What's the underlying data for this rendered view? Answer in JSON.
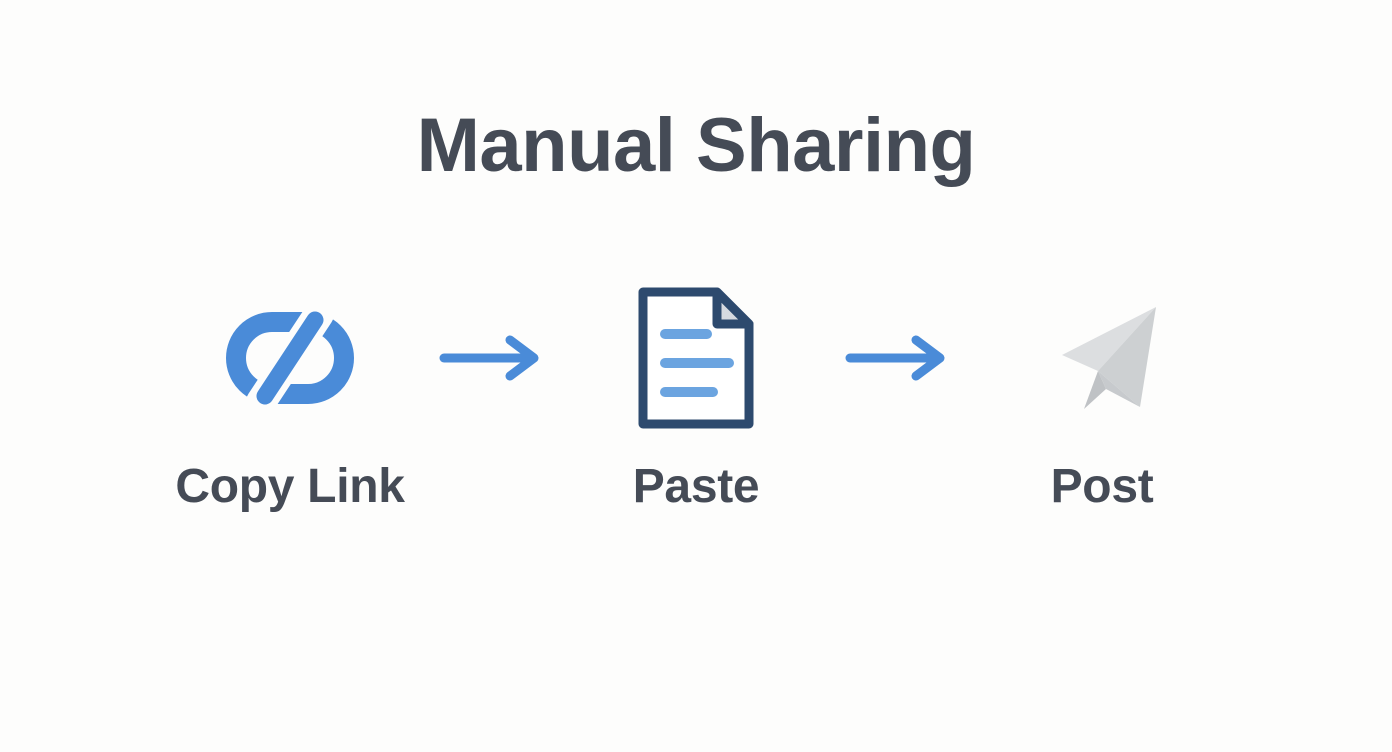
{
  "page": {
    "title": "Manual Sharing",
    "background_color": "#fdfdfc",
    "title_color": "#454b56"
  },
  "palette": {
    "blue": "#4a8bd8",
    "blue_light": "#6ba4e0",
    "navy": "#2d4a6e",
    "fold_gray": "#d6dae0",
    "plane_light": "#dcdee0",
    "plane_mid": "#cdd0d2",
    "plane_dark": "#bfc2c5",
    "text": "#454b56"
  },
  "flow": {
    "steps": [
      {
        "label": "Copy Link",
        "icon": "link-chain-icon"
      },
      {
        "label": "Paste",
        "icon": "document-lines-icon"
      },
      {
        "label": "Post",
        "icon": "paper-plane-icon"
      }
    ],
    "connectors": [
      {
        "icon": "arrow-right-icon"
      },
      {
        "icon": "arrow-right-icon"
      }
    ]
  }
}
